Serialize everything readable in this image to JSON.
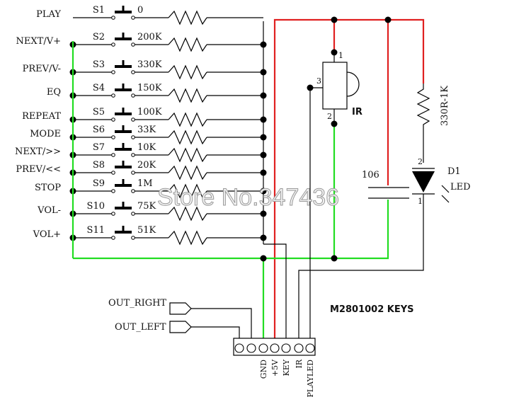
{
  "keys": [
    {
      "label": "PLAY",
      "switch": "S1",
      "value": "0"
    },
    {
      "label": "NEXT/V+",
      "switch": "S2",
      "value": "200K"
    },
    {
      "label": "PREV/V-",
      "switch": "S3",
      "value": "330K"
    },
    {
      "label": "EQ",
      "switch": "S4",
      "value": "150K"
    },
    {
      "label": "REPEAT",
      "switch": "S5",
      "value": "100K"
    },
    {
      "label": "MODE",
      "switch": "S6",
      "value": "33K"
    },
    {
      "label": "NEXT/>>",
      "switch": "S7",
      "value": "10K"
    },
    {
      "label": "PREV/<<",
      "switch": "S8",
      "value": "20K"
    },
    {
      "label": "STOP",
      "switch": "S9",
      "value": "1M"
    },
    {
      "label": "VOL-",
      "switch": "S10",
      "value": "75K"
    },
    {
      "label": "VOL+",
      "switch": "S11",
      "value": "51K"
    }
  ],
  "ir": {
    "label": "IR",
    "pin1": "1",
    "pin2": "2",
    "pin3": "3"
  },
  "capacitor": {
    "label": "106"
  },
  "resistor": {
    "label": "330R-1K"
  },
  "led": {
    "ref": "D1",
    "label": "LED",
    "pin1": "1",
    "pin2": "2"
  },
  "title": "M2801002 KEYS",
  "outputs": [
    "OUT_RIGHT",
    "OUT_LEFT"
  ],
  "connector_pins": [
    "GND",
    "+5V",
    "KEY",
    "IR",
    "PLAYLED"
  ],
  "watermark": "Store No.347436",
  "colors": {
    "power": "#e02020",
    "ground": "#22dd22",
    "wire": "#000000"
  }
}
